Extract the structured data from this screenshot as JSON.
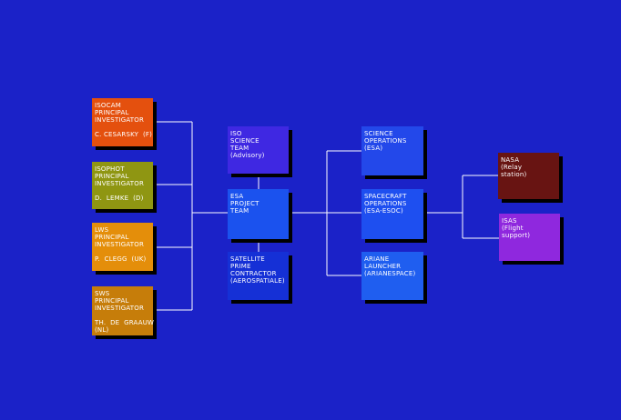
{
  "boxes": {
    "isocam": {
      "lines": [
        "ISOCAM",
        "PRINCIPAL",
        "INVESTIGATOR"
      ],
      "person": "C. CESARSKY  (F)"
    },
    "isophot": {
      "lines": [
        "ISOPHOT",
        "PRINCIPAL",
        "INVESTIGATOR"
      ],
      "person": "D.  LEMKE  (D)"
    },
    "lws": {
      "lines": [
        "LWS",
        "PRINCIPAL",
        "INVESTIGATOR"
      ],
      "person": "P.  CLEGG  (UK)"
    },
    "sws": {
      "lines": [
        "SWS",
        "PRINCIPAL",
        "INVESTIGATOR"
      ],
      "person": "TH.  DE  GRAAUW",
      "person2": "(NL)"
    },
    "science_team": {
      "lines": [
        "ISO",
        "SCIENCE",
        "TEAM",
        "(Advisory)"
      ]
    },
    "project_team": {
      "lines": [
        "ESA",
        "PROJECT",
        "TEAM"
      ]
    },
    "prime_contractor": {
      "lines": [
        "SATELLITE",
        "PRIME",
        "CONTRACTOR",
        "(AEROSPATIALE)"
      ]
    },
    "science_ops": {
      "lines": [
        "SCIENCE",
        "OPERATIONS",
        "(ESA)"
      ]
    },
    "spacecraft_ops": {
      "lines": [
        "SPACECRAFT",
        "OPERATIONS",
        "(ESA-ESOC)"
      ]
    },
    "ariane": {
      "lines": [
        "ARIANE",
        "LAUNCHER",
        "(ARIANESPACE)"
      ]
    },
    "nasa": {
      "lines": [
        "NASA",
        "(Relay",
        "station)"
      ]
    },
    "isas": {
      "lines": [
        "ISAS",
        "(Flight",
        "support)"
      ]
    }
  }
}
